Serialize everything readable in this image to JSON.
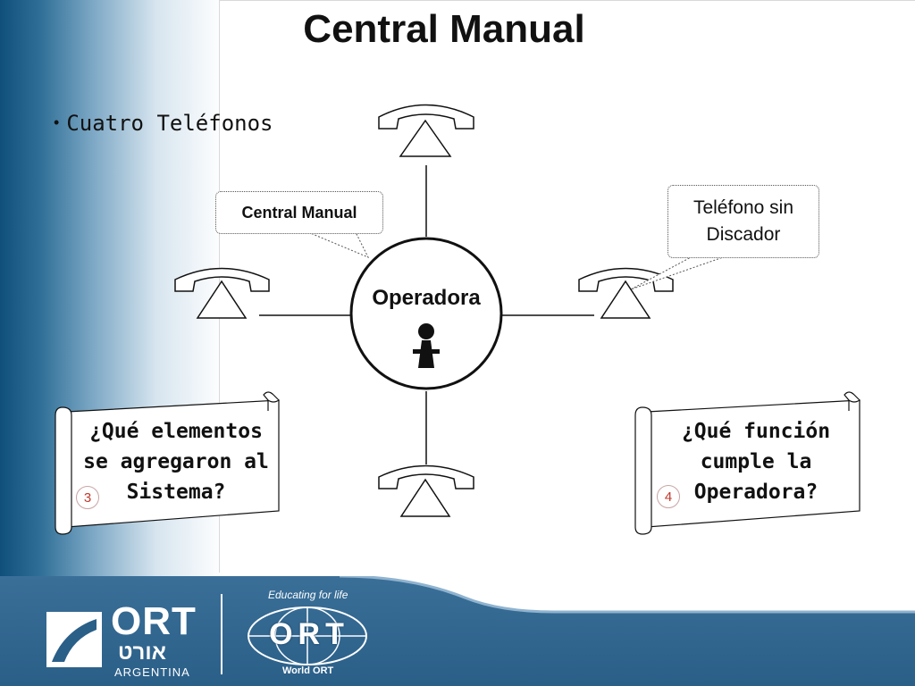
{
  "slide": {
    "title": "Central Manual",
    "bullet": "Cuatro Teléfonos",
    "center_label": "Operadora",
    "callouts": {
      "central": "Central Manual",
      "phone_line1": "Teléfono sin",
      "phone_line2": "Discador"
    },
    "scroll_left": {
      "line1": "¿Qué elementos",
      "line2": "se agregaron al",
      "line3": "Sistema?",
      "badge": "3"
    },
    "scroll_right": {
      "line1": "¿Qué función",
      "line2": "cumple la",
      "line3": "Operadora?",
      "badge": "4"
    }
  },
  "footer": {
    "logo_left_main": "ORT",
    "logo_left_hebrew": "אורט",
    "logo_left_country": "ARGENTINA",
    "logo_right_tagline": "Educating for life",
    "logo_right_main": "ORT",
    "logo_right_sub": "World ORT"
  },
  "colors": {
    "accent": "#2a5f88",
    "badge_text": "#c0392b"
  }
}
